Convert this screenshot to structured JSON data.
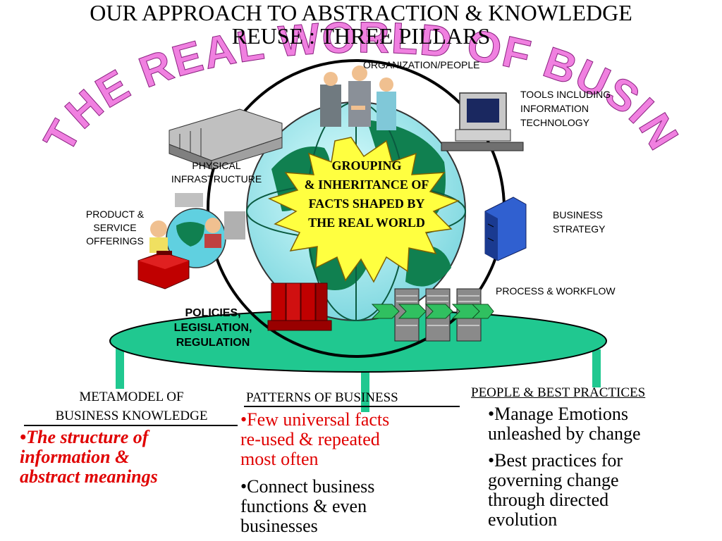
{
  "title": {
    "line1": "OUR APPROACH TO ABSTRACTION & KNOWLEDGE",
    "line2": "REUSE : THREE PILLARS"
  },
  "arc_banner": "THE REAL WORLD OF BUSINESS",
  "center_star": {
    "line1": "GROUPING",
    "line2": "& INHERITANCE OF",
    "line3": "FACTS SHAPED BY",
    "line4": "THE REAL WORLD"
  },
  "labels": {
    "organization": "ORGANIZATION/PEOPLE",
    "tools1": "TOOLS INCLUDING",
    "tools2": "INFORMATION",
    "tools3": "TECHNOLOGY",
    "physical1": "PHYSICAL",
    "physical2": "INFRASTRUCTURE",
    "product1": "PRODUCT &",
    "product2": "SERVICE",
    "product3": "OFFERINGS",
    "strategy1": "BUSINESS",
    "strategy2": "STRATEGY",
    "process": "PROCESS & WORKFLOW",
    "policies1": "POLICIES,",
    "policies2": "LEGISLATION,",
    "policies3": "REGULATION"
  },
  "pillars": {
    "left": {
      "heading1": "METAMODEL OF",
      "heading2": "BUSINESS KNOWLEDGE",
      "bullet1a": "•The structure of",
      "bullet1b": "information &",
      "bullet1c": "abstract meanings"
    },
    "middle": {
      "heading": "PATTERNS OF BUSINESS",
      "bullet1a": "•Few universal facts",
      "bullet1b": "re-used & repeated",
      "bullet1c": "most often",
      "bullet2a": "•Connect business",
      "bullet2b": "functions & even",
      "bullet2c": "businesses"
    },
    "right": {
      "heading": "PEOPLE & BEST PRACTICES",
      "bullet1a": "•Manage Emotions",
      "bullet1b": "unleashed by change",
      "bullet2a": "•Best practices for",
      "bullet2b": "governing change",
      "bullet2c": "through directed",
      "bullet2d": "evolution"
    }
  },
  "colors": {
    "arc_text": "#f080e0",
    "platform": "#20c890",
    "star_fill": "#ffff40",
    "globe_sea": "#b0f0f0",
    "globe_land": "#108050",
    "red_text": "#e00000"
  }
}
